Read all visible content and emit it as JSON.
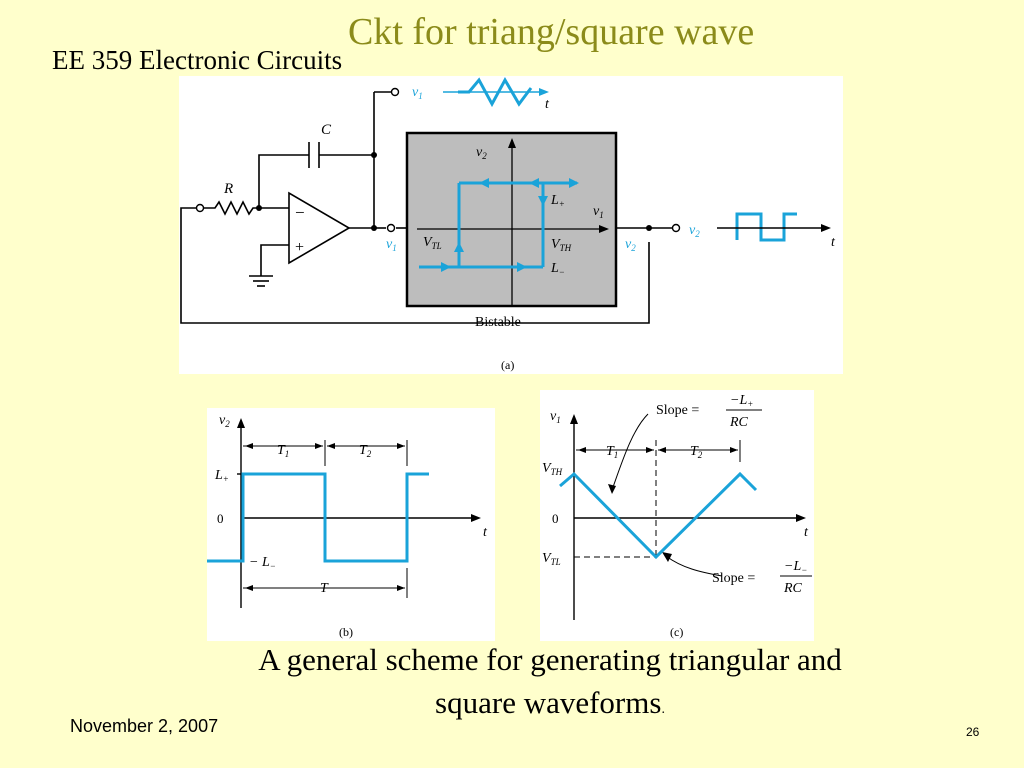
{
  "slide": {
    "title": "Ckt for triang/square wave",
    "course": "EE 359 Electronic Circuits",
    "caption_line1": "A general scheme for generating triangular and",
    "caption_line2": "square waveforms",
    "caption_dot": ".",
    "date": "November 2,  2007",
    "page": "26"
  },
  "figure_a": {
    "label": "(a)",
    "cap": "C",
    "res": "R",
    "minus": "−",
    "plus": "+",
    "v1_top": "v",
    "v1_top_sub": "1",
    "t_top": "t",
    "v1_in": "v",
    "v1_in_sub": "1",
    "v2_out": "v",
    "v2_out_sub": "2",
    "v2_term": "v",
    "v2_term_sub": "2",
    "t_right": "t",
    "bistable": "Bistable",
    "axis_v2": "v",
    "axis_v2_sub": "2",
    "axis_v1": "v",
    "axis_v1_sub": "1",
    "l_plus": "L",
    "l_plus_sub": "+",
    "l_minus": "L",
    "l_minus_sub": "−",
    "vtl": "V",
    "vtl_sub": "TL",
    "vth": "V",
    "vth_sub": "TH"
  },
  "figure_b": {
    "label": "(b)",
    "y": "v",
    "y_sub": "2",
    "t1": "T",
    "t1_sub": "1",
    "t2": "T",
    "t2_sub": "2",
    "l_plus": "L",
    "l_plus_sub": "+",
    "zero": "0",
    "l_minus": "L",
    "l_minus_sub": "−",
    "t": "t",
    "period": "T"
  },
  "figure_c": {
    "label": "(c)",
    "y": "v",
    "y_sub": "1",
    "t1": "T",
    "t1_sub": "1",
    "t2": "T",
    "t2_sub": "2",
    "vth": "V",
    "vth_sub": "TH",
    "zero": "0",
    "vtl": "V",
    "vtl_sub": "TL",
    "t": "t",
    "slope_top": "Slope =",
    "slope_top_num": "−L",
    "slope_top_num_sub": "+",
    "slope_top_den": "RC",
    "slope_bot": "Slope =",
    "slope_bot_num": "−L",
    "slope_bot_num_sub": "−",
    "slope_bot_den": "RC"
  },
  "colors": {
    "background": "#FFFFCC",
    "title": "#8B8B1A",
    "wave": "#1AA3D9",
    "bistable_fill": "#BDBDBD"
  }
}
